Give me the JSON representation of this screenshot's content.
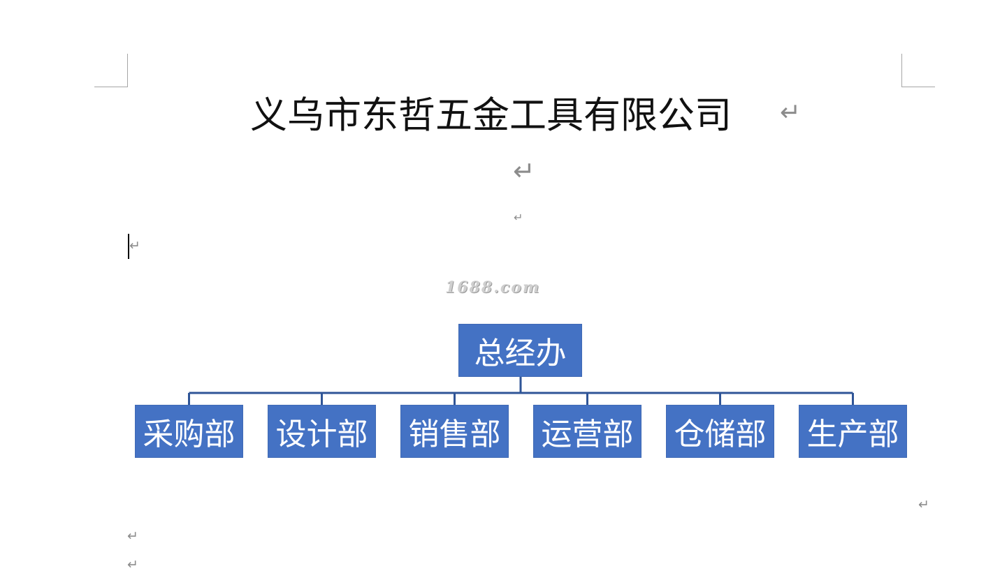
{
  "document": {
    "title": "义乌市东哲五金工具有限公司",
    "paragraph_mark": "↵",
    "watermark": "1688.com"
  },
  "org_chart": {
    "root": "总经办",
    "children": [
      "采购部",
      "设计部",
      "销售部",
      "运营部",
      "仓储部",
      "生产部"
    ],
    "box_color": "#4472c4",
    "connector_color": "#2f5597",
    "text_color": "#ffffff"
  }
}
